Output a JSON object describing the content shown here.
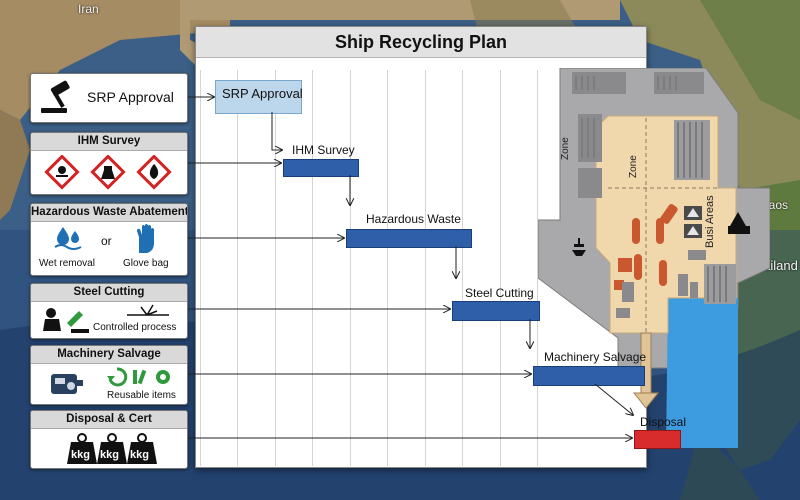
{
  "title": "Ship Recycling Plan",
  "map": {
    "labels": {
      "iran": "Iran",
      "laos": "Laos",
      "thailand": "Thailand"
    }
  },
  "legend": [
    {
      "title": "",
      "label": "SRP Approval",
      "icon": "gavel-icon"
    },
    {
      "title": "IHM Survey",
      "icons": [
        "toxic-hazard-icon",
        "health-hazard-icon",
        "flammable-hazard-icon"
      ]
    },
    {
      "title": "Hazardous Waste Abatement",
      "left_caption": "Wet removal",
      "connector": "or",
      "right_caption": "Glove bag"
    },
    {
      "title": "Steel Cutting",
      "caption": "Controlled process"
    },
    {
      "title": "Machinery Salvage",
      "caption": "Reusable items"
    },
    {
      "title": "Disposal & Cert",
      "weights": [
        "kkg",
        "kkg",
        "kkg"
      ]
    }
  ],
  "tasks": [
    {
      "name": "SRP Approval"
    },
    {
      "name": "IHM Survey"
    },
    {
      "name": "Hazardous Waste"
    },
    {
      "name": "Steel Cutting"
    },
    {
      "name": "Machinery Salvage"
    },
    {
      "name": "Disposal"
    }
  ],
  "yard": {
    "zone_left": "Zone",
    "zone_right": "Zone",
    "busy_areas": "Busi Areas"
  },
  "colors": {
    "task_bar": "#2e5fa8",
    "first_bar": "#bcd6ec",
    "disposal_bar": "#d82b2b",
    "yard_ground": "#f0d7ac",
    "water": "#3d9be0"
  }
}
